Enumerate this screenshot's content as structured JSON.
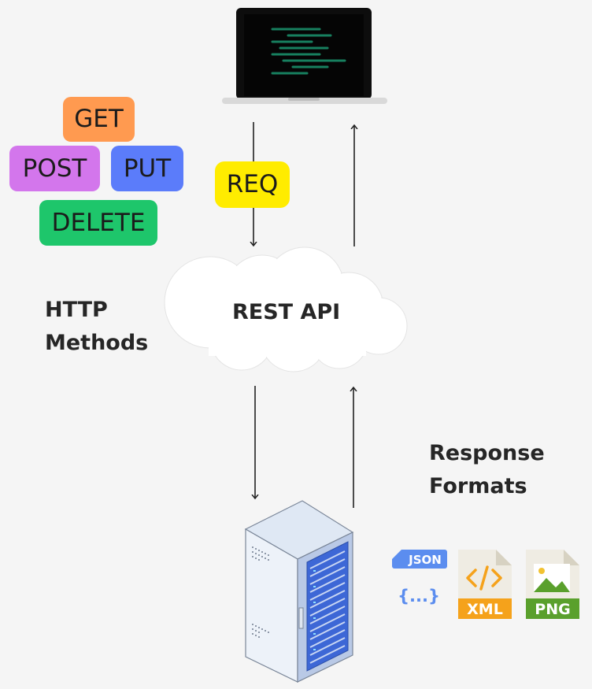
{
  "methods": {
    "title_line1": "HTTP",
    "title_line2": "Methods",
    "get": "GET",
    "post": "POST",
    "put": "PUT",
    "delete": "DELETE"
  },
  "request_label": "REQ",
  "api_label": "REST API",
  "formats": {
    "title_line1": "Response",
    "title_line2": "Formats",
    "json_tag": "JSON",
    "json_glyph": "{...}",
    "xml_tag": "XML",
    "png_tag": "PNG"
  },
  "colors": {
    "get": "#ff9a50",
    "post": "#d376ec",
    "put": "#5b7cfa",
    "delete": "#1ec66b",
    "req": "#ffec00",
    "json": "#5b8def",
    "xml": "#f5a21b",
    "png": "#5aa02c"
  },
  "icons": {
    "client": "laptop-icon",
    "server": "server-rack-icon",
    "cloud": "cloud-icon"
  }
}
